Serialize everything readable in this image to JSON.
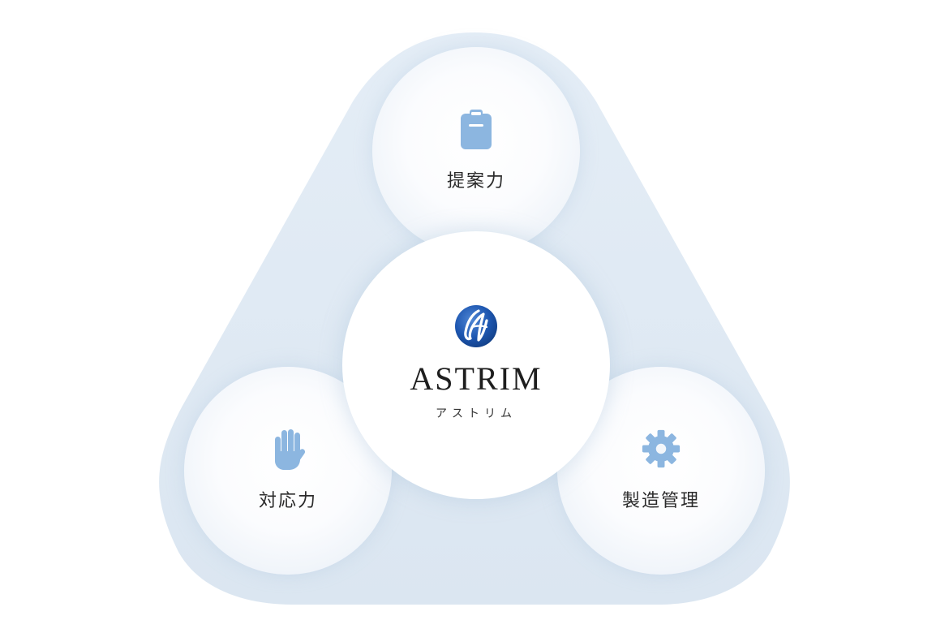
{
  "center": {
    "brand": "ASTRIM",
    "brand_kana": "アストリム",
    "logo_icon": "astrim-logo-icon"
  },
  "nodes": [
    {
      "label": "提案力",
      "icon": "clipboard-icon"
    },
    {
      "label": "対応力",
      "icon": "hand-icon"
    },
    {
      "label": "製造管理",
      "icon": "gear-icon"
    }
  ],
  "colors": {
    "background_shape": "#dfe9f3",
    "icon_blue": "#8cb6e0",
    "logo_blue": "#1d56b0",
    "text": "#2b2b2b"
  }
}
